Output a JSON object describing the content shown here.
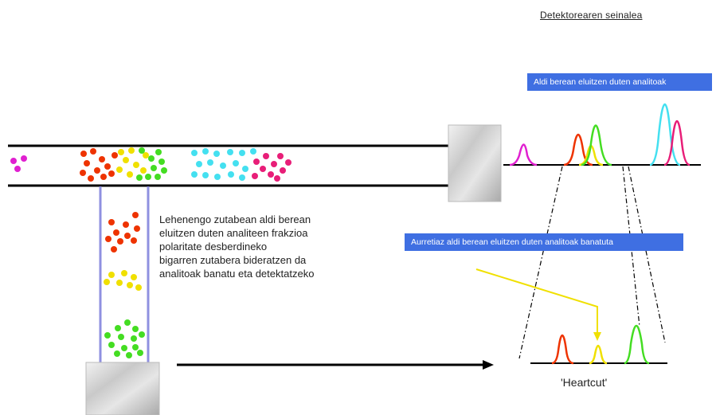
{
  "title": "Detektorearen seinalea",
  "banner_top": "Aldi berean eluitzen duten analitoak",
  "banner_middle": "Aurretiaz aldi berean eluitzen duten analitoak banatuta",
  "description_lines": [
    "Lehenengo zutabean aldi berean",
    "eluitzen duten analiteen frakzioa",
    "polaritate desberdineko",
    "bigarren zutabera bideratzen da",
    "analitoak banatu eta detektatzeko"
  ],
  "heartcut_label": "'Heartcut'",
  "colors": {
    "magenta": "#e020d0",
    "red": "#ee3300",
    "yellow": "#f0e000",
    "green": "#44dd22",
    "cyan": "#44e0f0",
    "pink": "#e81e78",
    "banner": "#3f6fe2",
    "tube_border": "#8f90e0"
  },
  "icons": [
    "detector-block-icon",
    "detector-block-icon"
  ]
}
